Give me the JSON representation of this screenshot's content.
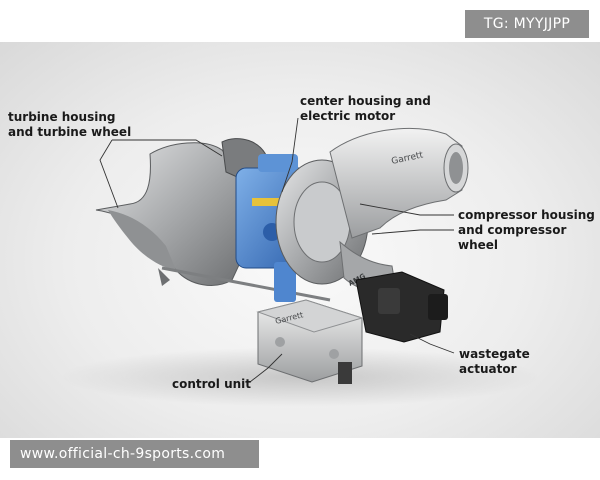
{
  "labels": {
    "turbine": "turbine housing\nand turbine wheel",
    "center": "center housing and\nelectric motor",
    "compressor": "compressor housing\nand compressor wheel",
    "wastegate": "wastegate\nactuator",
    "control": "control unit"
  },
  "product_markings": {
    "compressor_brand": "Garrett",
    "control_brand": "Garrett",
    "amg_badge": "AMG"
  },
  "overlays": {
    "watermark_tg": "TG: MYYJJPP",
    "watermark_web": "www.official-ch-9sports.com"
  },
  "colors": {
    "housing": "#b5b7b9",
    "motor": "#3f78c4",
    "actuator": "#2a2a2a",
    "label": "#1a1a1a",
    "badge": "#8e8e8e"
  }
}
